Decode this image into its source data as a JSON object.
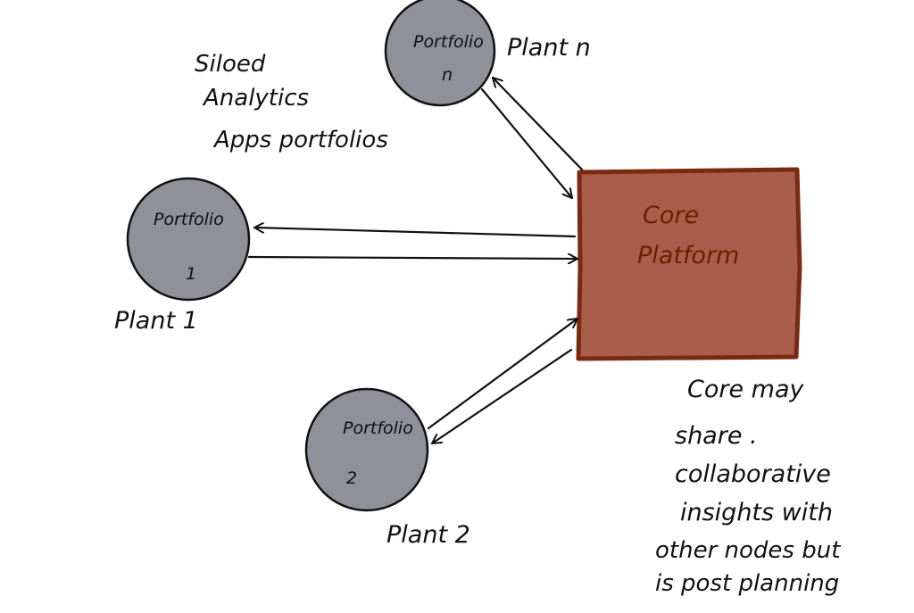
{
  "colors": {
    "node_fill": "#8f909a",
    "node_stroke": "#111111",
    "core_fill": "#a85e4b",
    "core_stroke": "#7a2a10",
    "core_text": "#6b2000",
    "ink": "#111111"
  },
  "nodes": [
    {
      "id": "portfolio-n",
      "line1": "Portfolio",
      "line2": "n",
      "label": "Plant n"
    },
    {
      "id": "portfolio-1",
      "line1": "Portfolio",
      "line2": "1",
      "label": "Plant 1"
    },
    {
      "id": "portfolio-2",
      "line1": "Portfolio",
      "line2": "2",
      "label": "Plant 2"
    }
  ],
  "core": {
    "line1": "Core",
    "line2": "Platform"
  },
  "annotations": {
    "siloed": [
      "Siloed",
      "Analytics",
      "Apps portfolios"
    ],
    "core_note": [
      "Core may",
      "share .",
      "collaborative",
      "insights with",
      "other nodes but",
      "is post planning"
    ]
  }
}
